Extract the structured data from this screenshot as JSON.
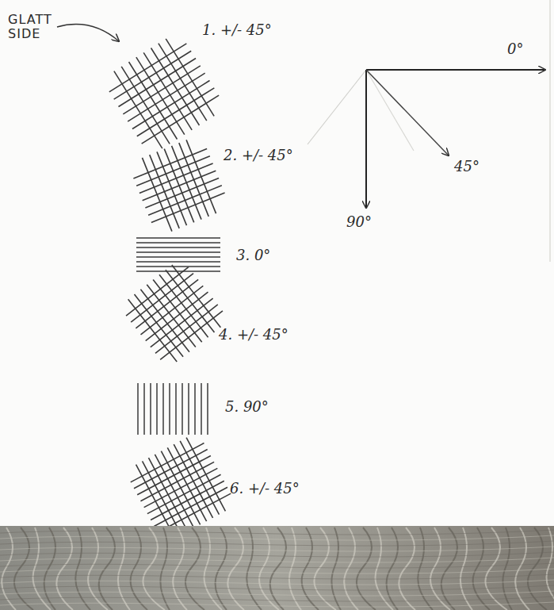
{
  "diagram": {
    "labels": [
      "GLATT SIDE",
      "1. +/- 45°",
      "2. +/- 45°",
      "3. 0°",
      "4. +/- 45°",
      "5. 90°",
      "6. +/- 45°",
      "0°",
      "45°",
      "90°"
    ]
  }
}
